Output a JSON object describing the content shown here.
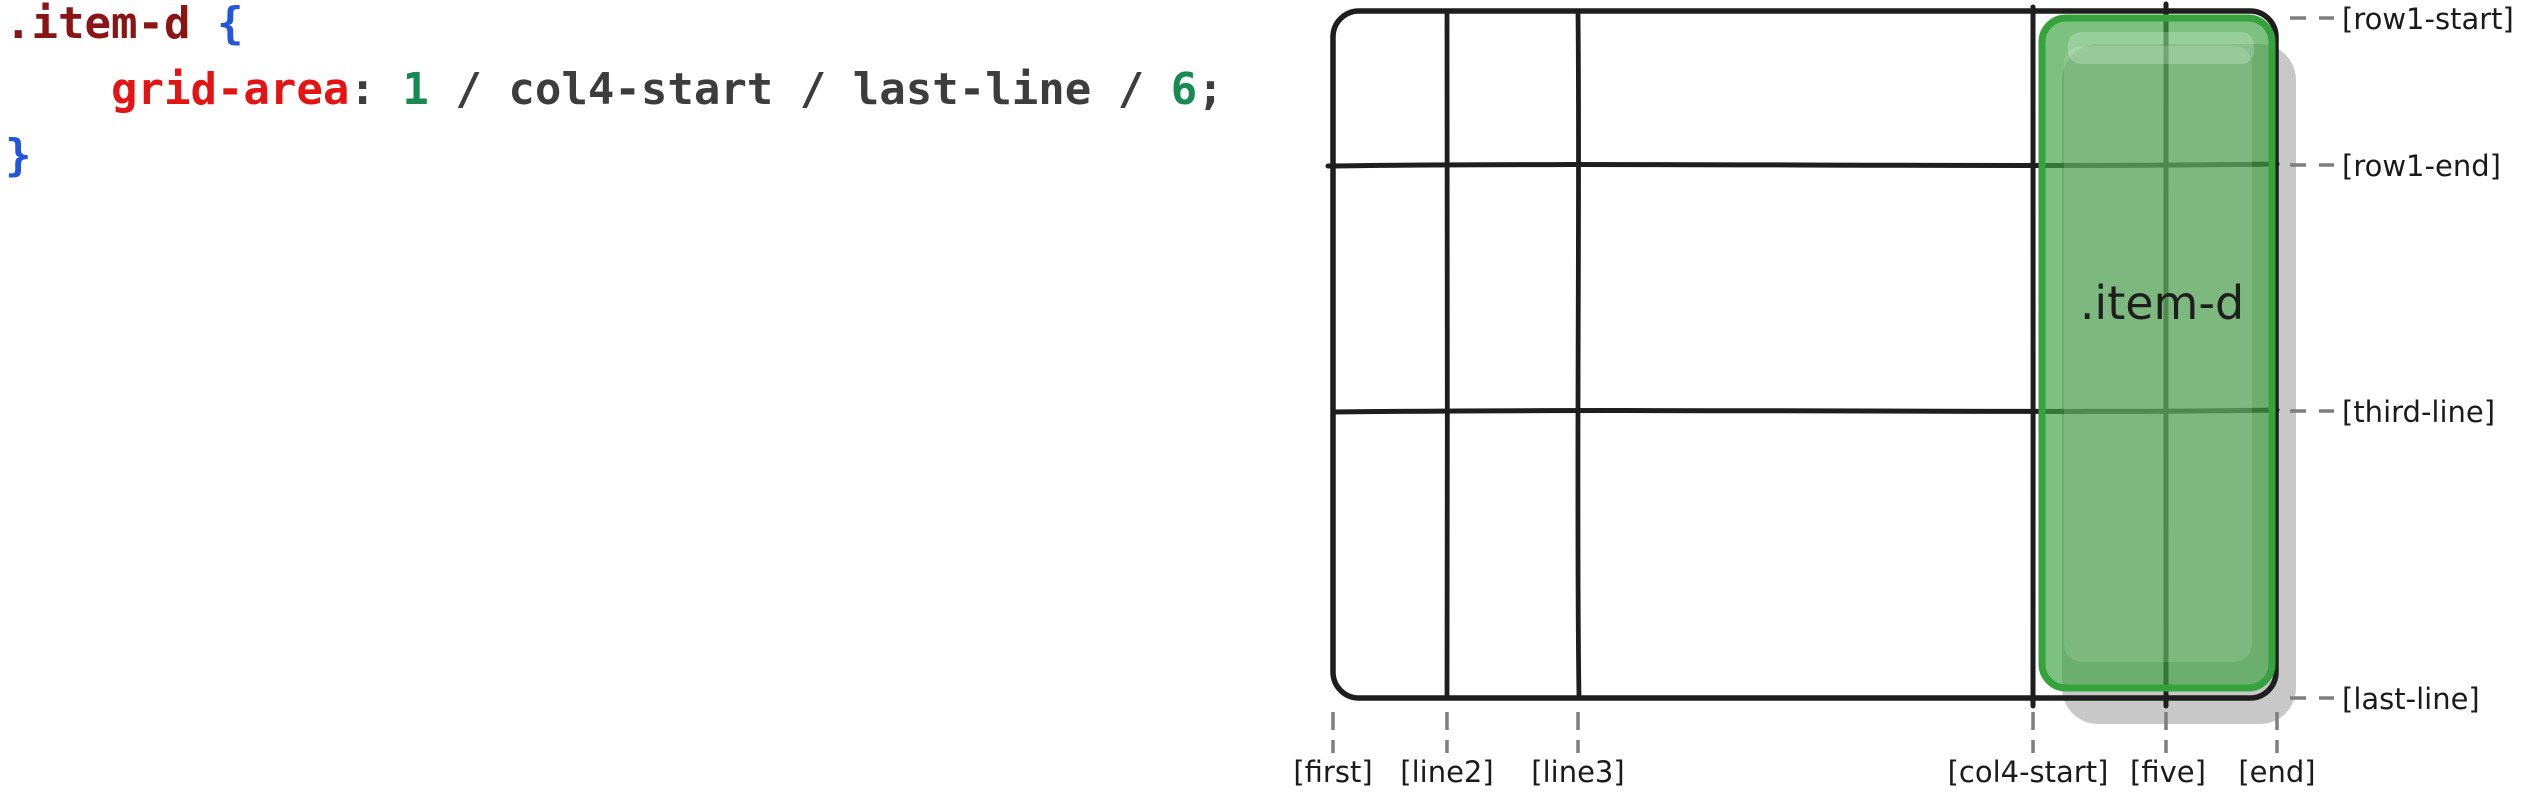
{
  "code": {
    "selector": ".item-d",
    "open_brace": "{",
    "close_brace": "}",
    "property": "grid-area",
    "colon": ":",
    "row_start": "1",
    "slash": "/",
    "col_start": "col4-start",
    "row_end": "last-line",
    "col_end": "6",
    "semicolon": ";",
    "colors": {
      "selector": "#8b1414",
      "property": "#e51414",
      "number": "#168a52",
      "punctuation": "#3d3d3d",
      "brace": "#2356dd"
    }
  },
  "diagram": {
    "item_label": ".item-d",
    "row_line_labels": [
      "[row1-start]",
      "[row1-end]",
      "[third-line]",
      "[last-line]"
    ],
    "column_line_labels": [
      "[first]",
      "[line2]",
      "[line3]",
      "[col4-start]",
      "[five]",
      "[end]"
    ],
    "colors": {
      "grid_line": "#1e1e1e",
      "item_fill": "#3ea442",
      "item_border": "#35a23b",
      "item_shadow": "#c8c8c8",
      "tick": "#7e7e7e",
      "label_text": "#1b1b1b"
    }
  }
}
